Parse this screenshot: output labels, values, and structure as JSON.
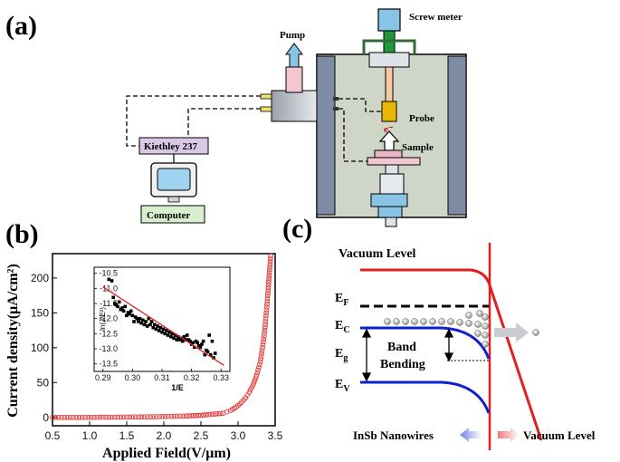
{
  "panels": {
    "a": {
      "label": "(a)",
      "labels": {
        "screw_meter": "Screw meter",
        "pump": "Pump",
        "probe": "Probe",
        "electron": "e⁻",
        "sample": "Sample",
        "kiethley": "Kiethley 237",
        "computer": "Computer"
      },
      "colors": {
        "chamber": "#cfd6c8",
        "wall": "#7e8ba5",
        "screw": "#1e9a3a",
        "meter": "#87c4e6",
        "probe_tip": "#e8b800",
        "sample_stage": "#f2c7d2",
        "kiethley_box": "#d9c9e6",
        "computer_box": "#d7efcc"
      }
    },
    "b": {
      "label": "(b)",
      "chart_data": [
        {
          "type": "scatter",
          "title": "",
          "xlabel": "Applied Field(V/μm)",
          "ylabel": "Current density(μA/cm²)",
          "xlim": [
            0.5,
            3.5
          ],
          "ylim": [
            -12,
            235
          ],
          "xticks": [
            "0.5",
            "1.0",
            "1.5",
            "2.0",
            "2.5",
            "3.0",
            "3.5"
          ],
          "yticks": [
            "0",
            "50",
            "100",
            "150",
            "200"
          ],
          "color": "#e02020",
          "marker": "open-circle",
          "series": [
            {
              "x": [
                0.5,
                0.7,
                0.9,
                1.1,
                1.3,
                1.5,
                1.7,
                1.9,
                2.1,
                2.3,
                2.4,
                2.5,
                2.6,
                2.7,
                2.8,
                2.85,
                2.9,
                2.95,
                3.0,
                3.05,
                3.1,
                3.15,
                3.2,
                3.25,
                3.3,
                3.33,
                3.36,
                3.38,
                3.4,
                3.42,
                3.44
              ],
              "y": [
                0,
                0,
                0,
                0.2,
                0.3,
                0.5,
                0.7,
                1,
                1.5,
                2,
                2.5,
                3,
                4,
                5,
                6,
                8,
                10,
                13,
                17,
                22,
                28,
                36,
                46,
                60,
                80,
                100,
                125,
                150,
                175,
                205,
                232
              ]
            }
          ]
        },
        {
          "type": "scatter",
          "title": "",
          "xlabel": "1/E",
          "ylabel": "ln(J/E²)",
          "xlim": [
            0.287,
            0.333
          ],
          "ylim": [
            -13.75,
            -10.3
          ],
          "xticks": [
            "0.29",
            "0.30",
            "0.31",
            "0.32",
            "0.33"
          ],
          "yticks": [
            "-10.5",
            "-11.0",
            "-11.5",
            "-12.0",
            "-12.5",
            "-13.0",
            "-13.5"
          ],
          "marker": "filled-square",
          "series": [
            {
              "x": [
                0.292,
                0.293,
                0.2935,
                0.294,
                0.2945,
                0.295,
                0.2955,
                0.296,
                0.2965,
                0.297,
                0.2975,
                0.298,
                0.2985,
                0.299,
                0.2995,
                0.3,
                0.3005,
                0.301,
                0.3015,
                0.302,
                0.3025,
                0.303,
                0.3035,
                0.304,
                0.3045,
                0.305,
                0.3055,
                0.306,
                0.3065,
                0.307,
                0.3075,
                0.308,
                0.3085,
                0.309,
                0.3095,
                0.31,
                0.3105,
                0.311,
                0.3115,
                0.312,
                0.3125,
                0.313,
                0.3135,
                0.314,
                0.3145,
                0.315,
                0.3155,
                0.316,
                0.3165,
                0.317,
                0.3175,
                0.318,
                0.3185,
                0.319,
                0.3195,
                0.32,
                0.3205,
                0.321,
                0.3215,
                0.322,
                0.3225,
                0.323,
                0.3235,
                0.324,
                0.3245,
                0.325,
                0.3255,
                0.326,
                0.3265,
                0.327,
                0.3275,
                0.328
              ],
              "y": [
                -10.7,
                -10.75,
                -11.3,
                -11.5,
                -11.55,
                -11.6,
                -11.45,
                -11.7,
                -11.65,
                -11.75,
                -11.6,
                -11.9,
                -11.8,
                -11.85,
                -11.75,
                -11.9,
                -12.1,
                -11.95,
                -12.0,
                -12.1,
                -12.0,
                -12.15,
                -12.05,
                -12.2,
                -12.1,
                -12.25,
                -12.0,
                -12.2,
                -12.1,
                -12.3,
                -12.2,
                -12.35,
                -12.25,
                -12.4,
                -12.3,
                -12.45,
                -12.35,
                -12.5,
                -12.4,
                -12.55,
                -12.45,
                -12.6,
                -12.5,
                -12.65,
                -12.55,
                -12.7,
                -12.6,
                -12.7,
                -12.65,
                -12.75,
                -12.6,
                -12.7,
                -12.55,
                -12.7,
                -12.75,
                -12.85,
                -12.8,
                -12.95,
                -12.75,
                -12.8,
                -12.9,
                -12.95,
                -12.85,
                -12.75,
                -13.2,
                -13.05,
                -13.1,
                -12.55,
                -13.2,
                -12.75,
                -13.3,
                -13.15
              ]
            },
            {
              "name": "",
              "kind": "fit",
              "color": "#e02020",
              "x": [
                0.29,
                0.331
              ],
              "y": [
                -10.95,
                -13.55
              ]
            }
          ]
        }
      ]
    },
    "c": {
      "label": "(c)",
      "labels": {
        "vacuum_level_top": "Vacuum Level",
        "ef": "E",
        "ef_sub": "F",
        "ec": "E",
        "ec_sub": "C",
        "eg": "E",
        "eg_sub": "g",
        "ev": "E",
        "ev_sub": "V",
        "band_line1": "Band",
        "band_line2": "Bending",
        "insb": "InSb Nanowires",
        "vacuum_level_bottom": "Vacuum Level"
      },
      "colors": {
        "vacuum": "#e02020",
        "bands": "#1020d0",
        "fermi": "#000000",
        "arrow_left": "#8fa0ef",
        "arrow_right": "#f19a9a"
      }
    }
  }
}
